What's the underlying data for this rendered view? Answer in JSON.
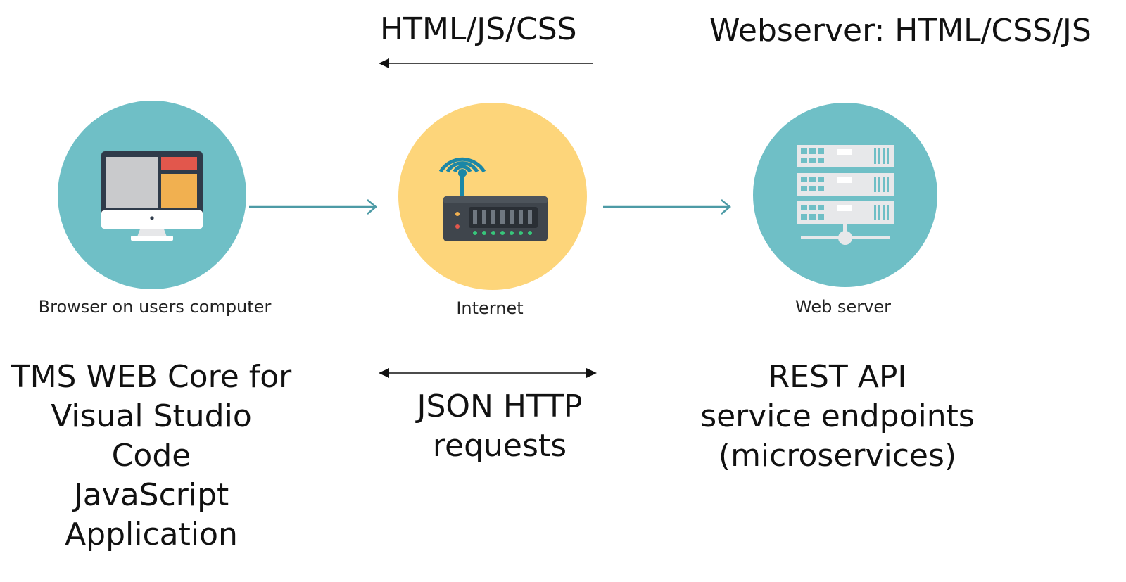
{
  "top": {
    "left_label": "HTML/JS/CSS",
    "right_label": "Webserver: HTML/CSS/JS"
  },
  "nodes": {
    "browser": {
      "caption": "Browser on users computer",
      "icon": "monitor-icon",
      "circle_color": "#6fbfc6"
    },
    "internet": {
      "caption": "Internet",
      "icon": "router-icon",
      "circle_color": "#fdd57a"
    },
    "server": {
      "caption": "Web server",
      "icon": "server-rack-icon",
      "circle_color": "#6fbfc6"
    }
  },
  "bottom": {
    "left_lines": [
      "TMS WEB Core for",
      "Visual Studio",
      "Code",
      "JavaScript",
      "Application"
    ],
    "middle_lines": [
      "JSON HTTP",
      "requests"
    ],
    "right_lines": [
      "REST API",
      "service endpoints",
      "(microservices)"
    ]
  },
  "colors": {
    "arrow_teal": "#4d9ba6",
    "arrow_black": "#111111",
    "monitor_frame": "#2f3b4a",
    "screen_gray": "#c9cacc",
    "screen_red": "#e2574c",
    "screen_orange": "#f1b050",
    "router_body": "#3f454c",
    "router_antenna": "#1b87a6",
    "led_green": "#37c67b",
    "rack_light": "#e7e8ea"
  }
}
